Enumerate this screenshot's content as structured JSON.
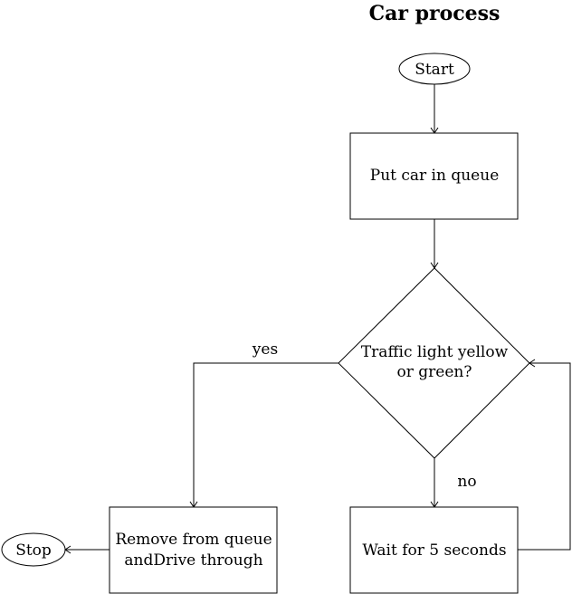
{
  "title": "Car process",
  "nodes": {
    "start": {
      "label": "Start"
    },
    "queue": {
      "label": "Put car in queue"
    },
    "decision": {
      "line1": "Traffic light yellow",
      "line2": "or green?"
    },
    "remove": {
      "line1": "Remove from queue",
      "line2": "andDrive through"
    },
    "wait": {
      "label": "Wait for 5 seconds"
    },
    "stop": {
      "label": "Stop"
    }
  },
  "edges": {
    "yes_label": "yes",
    "no_label": "no"
  }
}
